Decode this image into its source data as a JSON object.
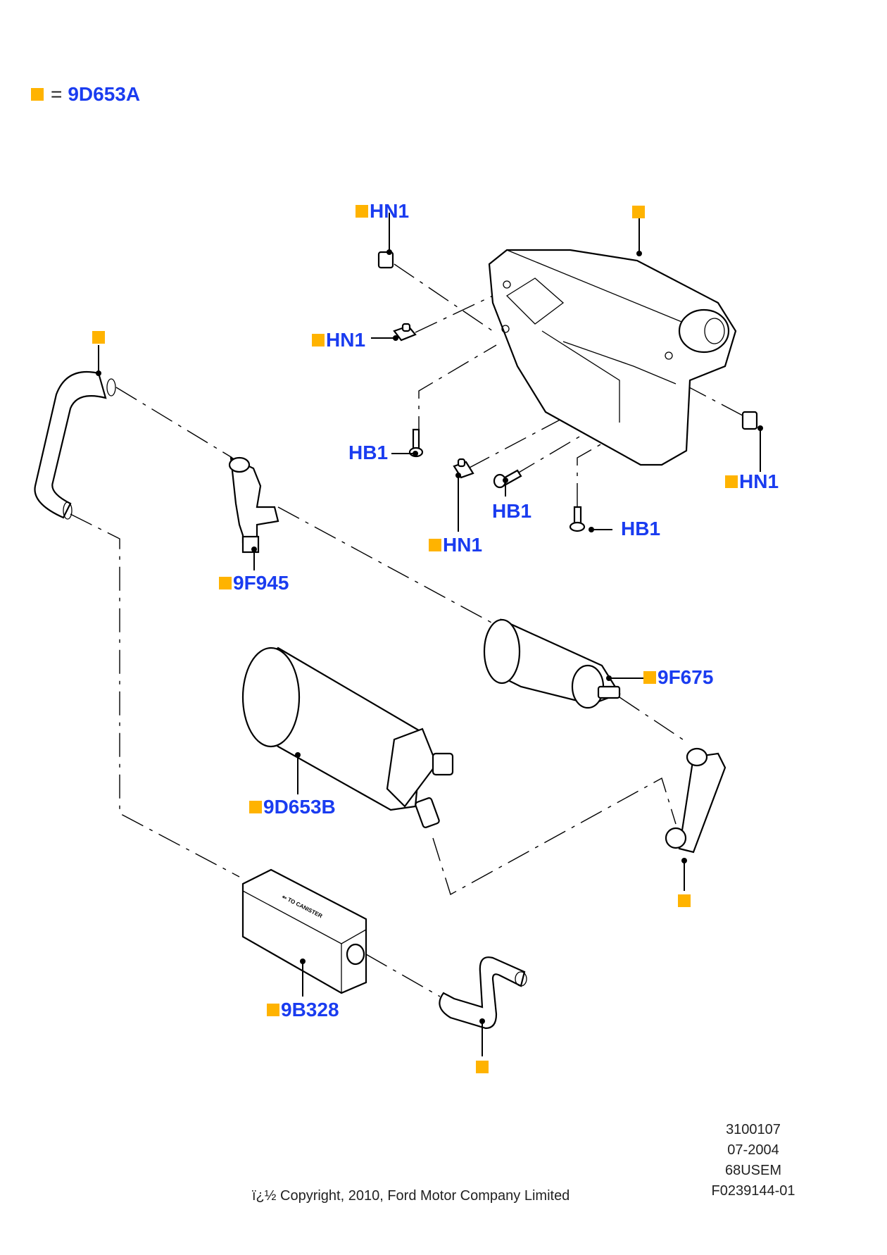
{
  "legend": {
    "marker_color": "#FFB300",
    "equals": "=",
    "code": "9D653A"
  },
  "callouts": [
    {
      "id": "hn1-top",
      "label": "HN1",
      "marker": true
    },
    {
      "id": "bracket",
      "label": "",
      "marker": true
    },
    {
      "id": "hn1-left",
      "label": "HN1",
      "marker": true
    },
    {
      "id": "hose-upper",
      "label": "",
      "marker": true
    },
    {
      "id": "hb1-left",
      "label": "HB1",
      "marker": false
    },
    {
      "id": "hn1-right",
      "label": "HN1",
      "marker": true
    },
    {
      "id": "hb1-mid",
      "label": "HB1",
      "marker": false
    },
    {
      "id": "hb1-right",
      "label": "HB1",
      "marker": false
    },
    {
      "id": "hn1-bottom",
      "label": "HN1",
      "marker": true
    },
    {
      "id": "valve",
      "label": "9F945",
      "marker": true
    },
    {
      "id": "filter",
      "label": "9F675",
      "marker": true
    },
    {
      "id": "canister",
      "label": "9D653B",
      "marker": true
    },
    {
      "id": "tube-right",
      "label": "",
      "marker": true
    },
    {
      "id": "pump",
      "label": "9B328",
      "marker": true
    },
    {
      "id": "hose-lower",
      "label": "",
      "marker": true
    }
  ],
  "pump_text": "⇐ TO CANISTER",
  "meta": {
    "lines": [
      "3100107",
      "07-2004",
      "68USEM",
      "F0239144-01"
    ]
  },
  "copyright": "ï¿½ Copyright, 2010, Ford Motor Company Limited"
}
